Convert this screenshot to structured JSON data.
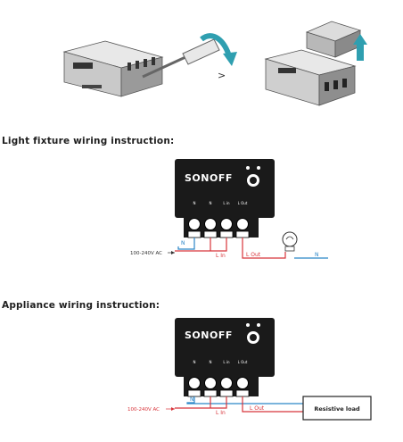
{
  "step": {
    "arrow": ">"
  },
  "sections": {
    "light": {
      "heading": "Light fixture wiring instruction:",
      "brand": "SONOFF",
      "terminals": [
        "N",
        "N",
        "L in",
        "L Out"
      ],
      "source": "100-240V AC",
      "wires": {
        "n": "N",
        "l_in": "L In",
        "l_out": "L Out",
        "n_out": "N"
      }
    },
    "appliance": {
      "heading": "Appliance wiring instruction:",
      "brand": "SONOFF",
      "terminals": [
        "N",
        "N",
        "L in",
        "L Out"
      ],
      "source": "100-240V AC",
      "wires": {
        "n": "N",
        "l_in": "L In",
        "l_out": "L Out"
      },
      "load": "Resistive load"
    }
  },
  "colors": {
    "blue": "#2b86c8",
    "red": "#d8343a",
    "device": "#1a1a1a",
    "arrow": "#2f9fb0"
  }
}
